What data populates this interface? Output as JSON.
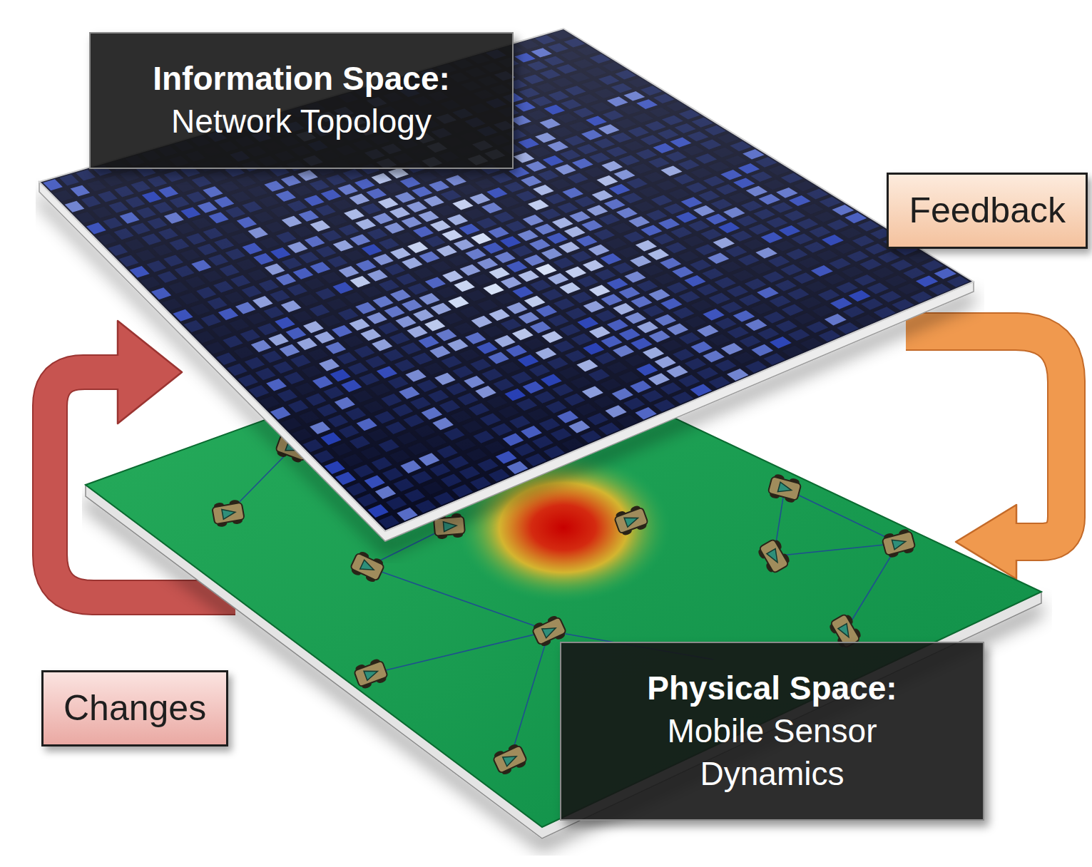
{
  "diagram": {
    "nodes": [
      {
        "text": [
          "Information Space:",
          "Network Topology"
        ]
      },
      {
        "text": [
          "Physical Space:",
          "Mobile Sensor Dynamics"
        ]
      }
    ],
    "edges": [
      {
        "from": 1,
        "to": 0,
        "arrow": "to",
        "label": "Changes"
      },
      {
        "from": 0,
        "to": 1,
        "arrow": "to",
        "label": "Feedback"
      }
    ]
  }
}
